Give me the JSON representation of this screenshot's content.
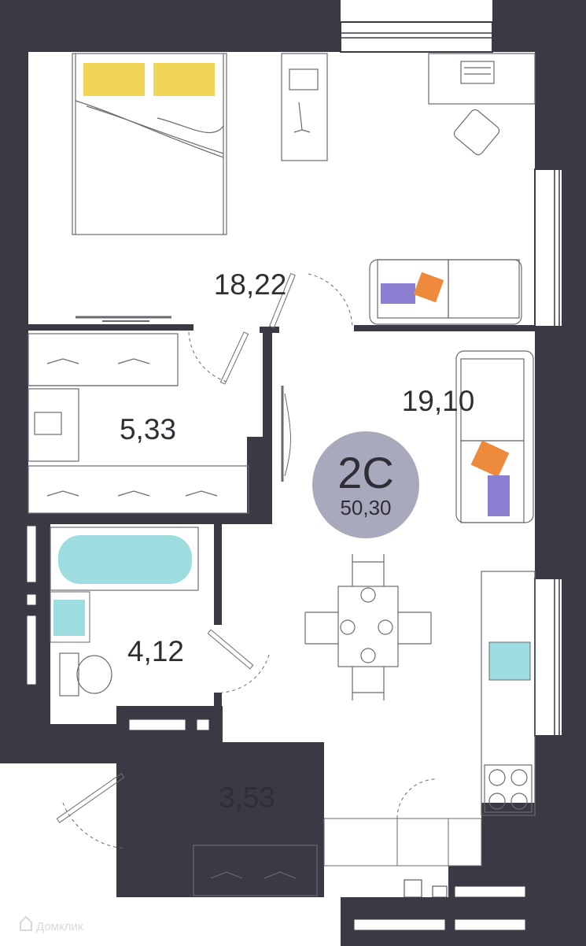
{
  "apartment": {
    "code": "2С",
    "total_area": "50,30",
    "badge_color": "#a9a9bd"
  },
  "rooms": [
    {
      "id": "bedroom",
      "area": "18,22"
    },
    {
      "id": "living-kitchen",
      "area": "19,10"
    },
    {
      "id": "wardrobe",
      "area": "5,33"
    },
    {
      "id": "bathroom",
      "area": "4,12"
    },
    {
      "id": "hallway",
      "area": "3,53"
    }
  ],
  "watermark": {
    "text": "Домклик",
    "icon": "house-icon"
  },
  "colors": {
    "wall": "#3b3943",
    "line": "#6a6a72",
    "pillow": "#f0d045",
    "pillow_purple": "#8a7fd0",
    "pillow_orange": "#ee8a3c",
    "water": "#9ddde0"
  }
}
